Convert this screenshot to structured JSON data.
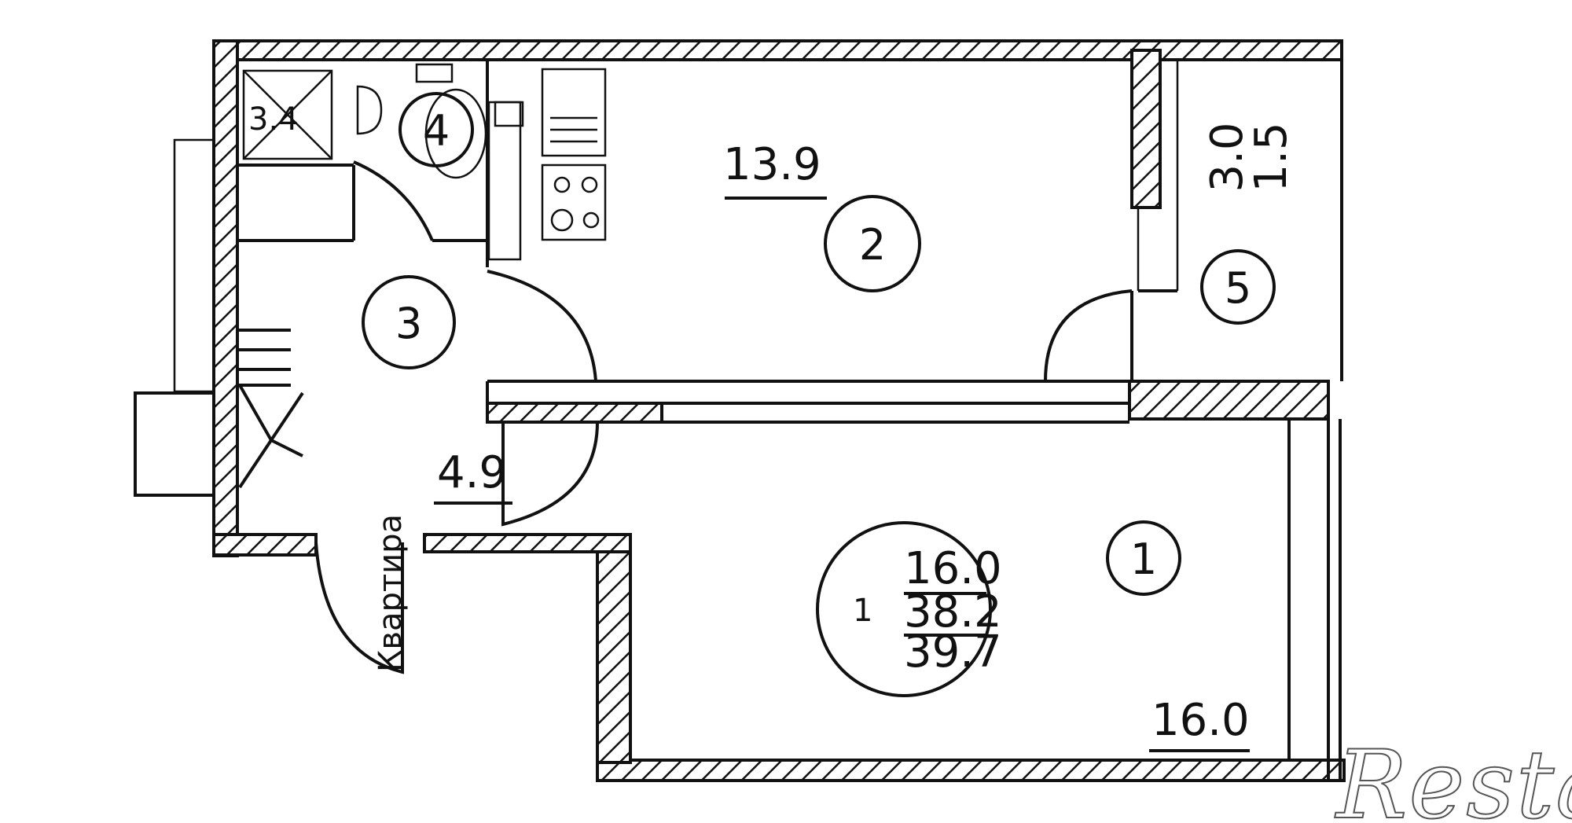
{
  "rooms": [
    {
      "id": "1",
      "area": "16.0"
    },
    {
      "id": "2",
      "area": "13.9"
    },
    {
      "id": "3",
      "area": "4.9"
    },
    {
      "id": "4",
      "area": "3.4"
    },
    {
      "id": "5",
      "area_top": "3.0",
      "area_bottom": "1.5"
    }
  ],
  "summary": {
    "rooms_count": "1",
    "living_area": "16.0",
    "total_area": "38.2",
    "total_with_balcony": "39.7"
  },
  "entrance_label": "Квартира",
  "watermark": "Restate",
  "colors": {
    "lines": "#111111",
    "background": "#ffffff"
  }
}
